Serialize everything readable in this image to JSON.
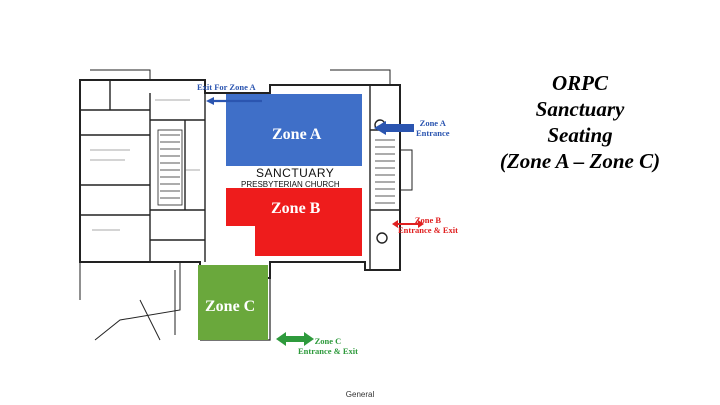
{
  "title": {
    "line1": "ORPC",
    "line2": "Sanctuary",
    "line3": "Seating",
    "line4": "(Zone A – Zone C)"
  },
  "plan": {
    "sanctuary_label": "SANCTUARY",
    "church_label": "PRESBYTERIAN CHURCH",
    "zones": [
      {
        "name": "Zone A",
        "color": "#3f6fc8"
      },
      {
        "name": "Zone B",
        "color": "#ee1c1c"
      },
      {
        "name": "Zone C",
        "color": "#6aa83c"
      }
    ],
    "annotations": {
      "exit_zone_a": "Exit For Zone A",
      "zone_a_entrance_1": "Zone A",
      "zone_a_entrance_2": "Entrance",
      "zone_b_entrance_1": "Zone B",
      "zone_b_entrance_2": "Entrance & Exit",
      "zone_c_entrance_1": "Zone C",
      "zone_c_entrance_2": "Entrance & Exit"
    },
    "annotation_colors": {
      "blue": "#2b55b0",
      "red": "#e02020",
      "green": "#2e9a3c"
    }
  },
  "footer": "General"
}
